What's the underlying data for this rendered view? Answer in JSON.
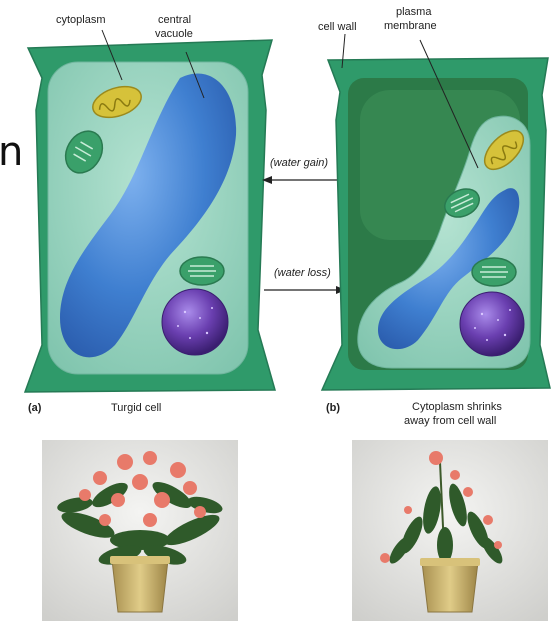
{
  "stray_text": "n",
  "panel_a": {
    "letter": "(a)",
    "caption": "Turgid cell",
    "labels": {
      "cytoplasm": "cytoplasm",
      "central_vacuole_1": "central",
      "central_vacuole_2": "vacuole"
    }
  },
  "panel_b": {
    "letter": "(b)",
    "caption_1": "Cytoplasm shrinks",
    "caption_2": "away from cell wall",
    "labels": {
      "cell_wall": "cell wall",
      "plasma_membrane_1": "plasma",
      "plasma_membrane_2": "membrane"
    }
  },
  "arrows": {
    "water_gain": "(water gain)",
    "water_loss": "(water loss)"
  },
  "colors": {
    "cell_wall": "#2f9a6a",
    "cytoplasm": "#8fcdb8",
    "vacuole": "#3f7fd0",
    "nucleus": "#6a3fb0",
    "mitochondrion": "#d6c23a",
    "chloroplast": "#3aa06a",
    "photo_bg": "#e8e8e6",
    "pot": "#c9b36a",
    "flower": "#e87a6a",
    "leaf": "#2f5a2a"
  }
}
